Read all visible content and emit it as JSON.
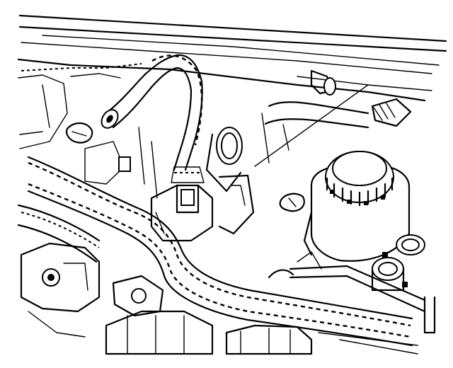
{
  "figure": {
    "kind": "engine compartment line illustration",
    "colors": {
      "ink": "#000000",
      "paper": "#ffffff"
    },
    "components": [
      "hood-edge",
      "coolant-hose",
      "hose-clamp",
      "vacuum-hose-fitting",
      "wiring-harness",
      "thermostat-housing",
      "sensor-connector",
      "oil-filler-neck",
      "reservoir-cap",
      "reservoir-tank",
      "strut-mount-fittings",
      "valve-cover"
    ]
  }
}
